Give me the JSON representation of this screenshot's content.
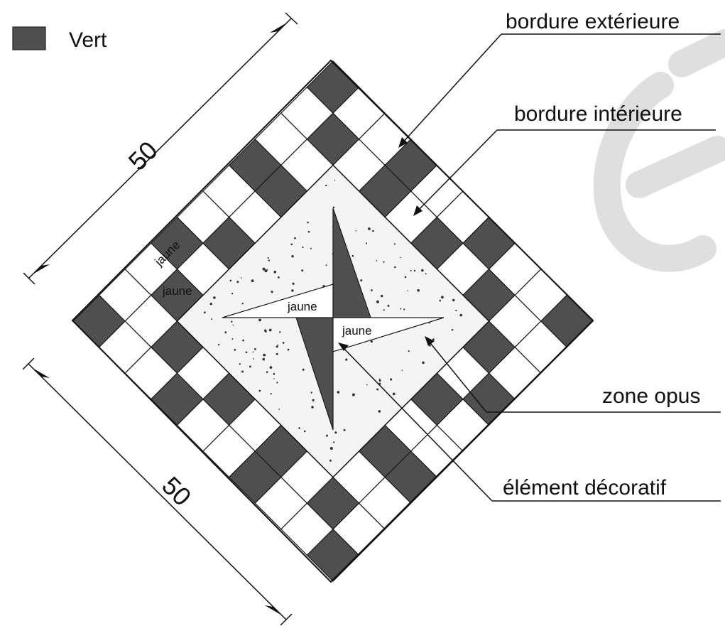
{
  "legend": {
    "swatch_color": "#4f4f4f",
    "label": "Vert"
  },
  "dimensions": {
    "top": "50",
    "bottom": "50"
  },
  "callouts": {
    "outer_border": "bordure extérieure",
    "inner_border": "bordure intérieure",
    "opus_zone": "zone opus",
    "decorative_element": "élément décoratif"
  },
  "inline_labels": {
    "yellow_outer": "jaune",
    "yellow_inner": "jaune",
    "yellow_star_left": "jaune",
    "yellow_star_right": "jaune"
  },
  "colors": {
    "green": "#4f4f4f",
    "yellow": "#ffffff",
    "opus": "#f2f2f2"
  }
}
